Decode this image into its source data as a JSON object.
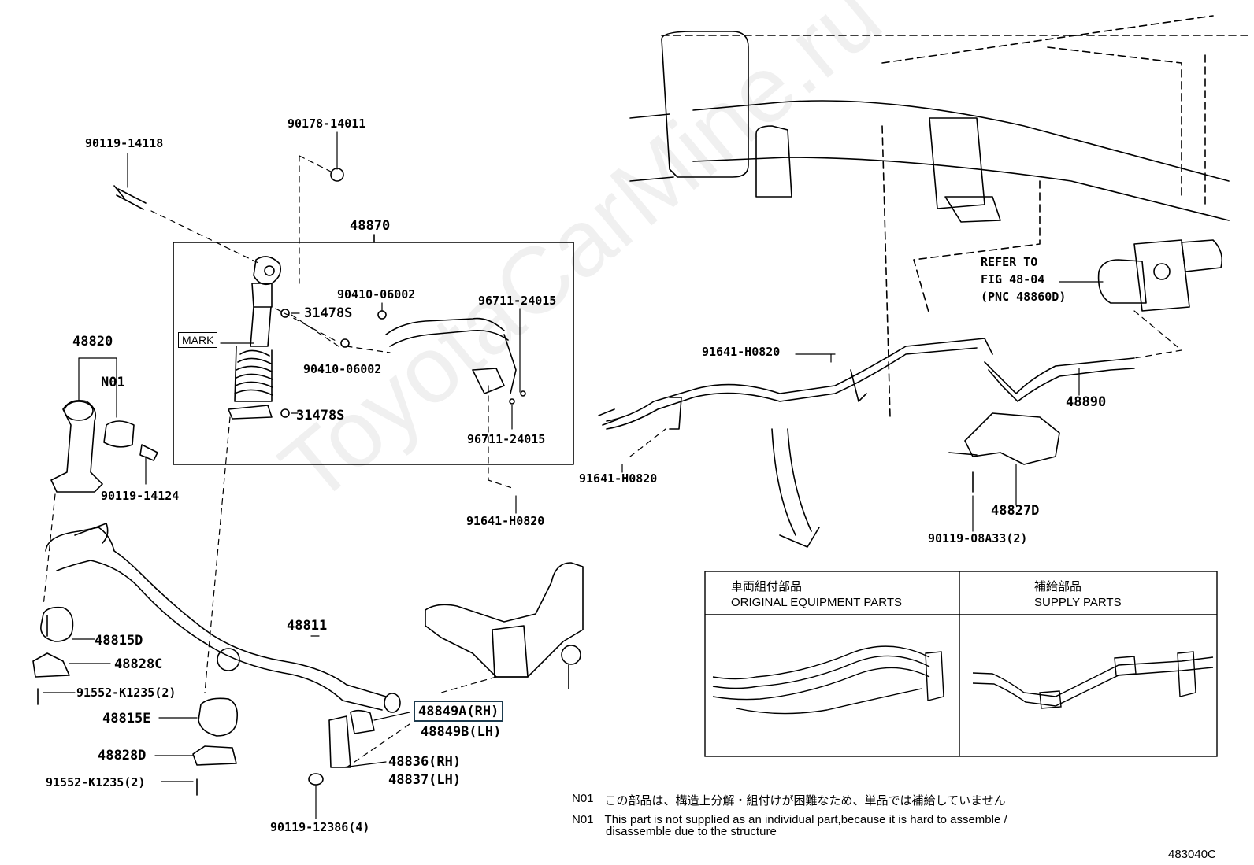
{
  "labels": {
    "p90119_14118": "90119-14118",
    "p90178_14011": "90178-14011",
    "p48870": "48870",
    "p90410_06002a": "90410-06002",
    "p31478Sa": "31478S",
    "p90410_06002b": "90410-06002",
    "p31478Sb": "31478S",
    "p96711_24015a": "96711-24015",
    "p96711_24015b": "96711-24015",
    "p48820": "48820",
    "pN01": "N01",
    "p90119_14124": "90119-14124",
    "p91641_H0820a": "91641-H0820",
    "p91641_H0820b": "91641-H0820",
    "p91641_H0820c": "91641-H0820",
    "p48815D": "48815D",
    "p48828C": "48828C",
    "p91552_K1235a": "91552-K1235(2)",
    "p48815E": "48815E",
    "p48828D": "48828D",
    "p91552_K1235b": "91552-K1235(2)",
    "p48811": "48811",
    "p48849A": "48849A(RH)",
    "p48849B": "48849B(LH)",
    "p48836": "48836(RH)",
    "p48837": "48837(LH)",
    "p90119_12386": "90119-12386(4)",
    "p48890": "48890",
    "p48827D": "48827D",
    "p90119_08A33": "90119-08A33(2)",
    "refer1": "REFER TO",
    "refer2": "FIG 48-04",
    "refer3": "(PNC 48860D)",
    "mark": "MARK",
    "code": "483040C"
  },
  "table": {
    "col1_jp": "車両組付部品",
    "col1_en": "ORIGINAL EQUIPMENT PARTS",
    "col2_jp": "補給部品",
    "col2_en": "SUPPLY PARTS"
  },
  "notes": [
    {
      "key": "N01",
      "text": "この部品は、構造上分解・組付けが困難なため、単品では補給していません"
    },
    {
      "key": "N01",
      "text": "This part is not supplied as an individual part,because it is hard to assemble /",
      "text2": "disassemble due to the structure"
    }
  ],
  "watermark": "ToyotaCarMine.ru",
  "colors": {
    "highlight": "#1d3b4e",
    "line": "#000000"
  }
}
